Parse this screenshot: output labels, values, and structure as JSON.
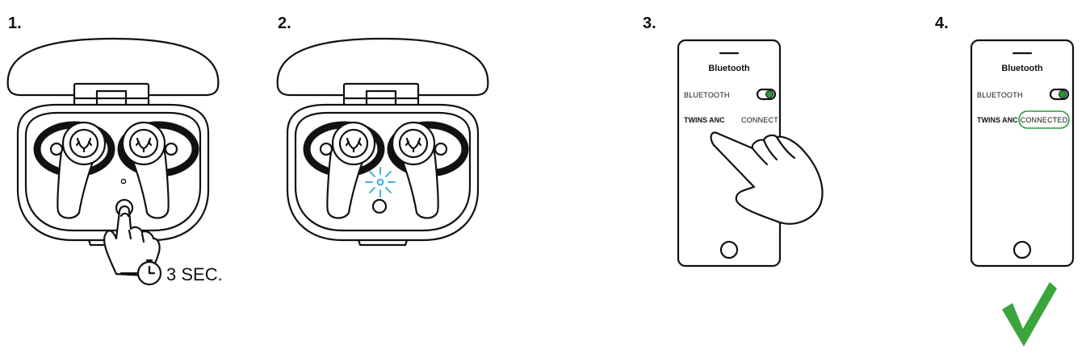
{
  "steps": [
    {
      "number": "1.",
      "timer_label": "3 SEC."
    },
    {
      "number": "2."
    },
    {
      "number": "3.",
      "screen_title": "Bluetooth",
      "bluetooth_label": "BLUETOOTH",
      "device_name": "TWINS ANC",
      "action_label": "CONNECT"
    },
    {
      "number": "4.",
      "screen_title": "Bluetooth",
      "bluetooth_label": "BLUETOOTH",
      "device_name": "TWINS ANC",
      "status_label": "CONNECTED"
    }
  ],
  "colors": {
    "toggle_on": "#2a9a3a",
    "led_blink": "#29a8e0",
    "checkmark": "#3aa53a"
  },
  "icons": [
    "earbud-case-icon",
    "finger-press-icon",
    "stopwatch-icon",
    "led-blink-icon",
    "smartphone-icon",
    "tapping-hand-icon",
    "checkmark-icon"
  ]
}
